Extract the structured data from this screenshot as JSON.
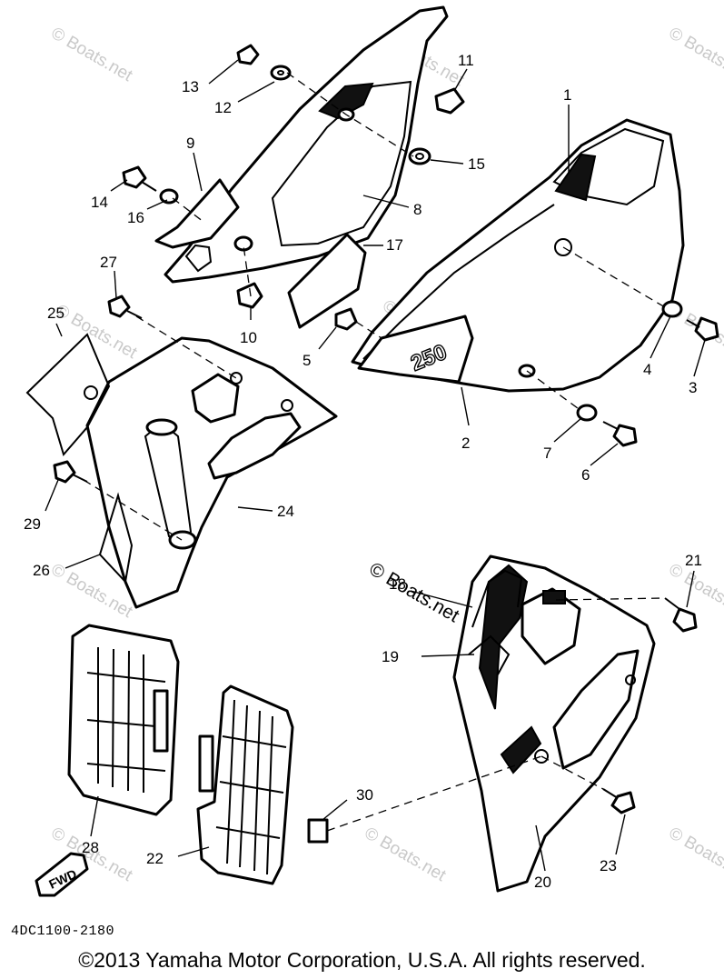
{
  "diagram": {
    "code": "4DC1100-2180",
    "copyright": "©2013 Yamaha Motor Corporation, U.S.A. All rights reserved.",
    "watermark": "© Boats.net",
    "fwd_label": "FWD",
    "panel_badge": "250",
    "callouts": [
      "1",
      "2",
      "3",
      "4",
      "5",
      "6",
      "7",
      "8",
      "9",
      "10",
      "11",
      "12",
      "13",
      "14",
      "15",
      "16",
      "17",
      "18",
      "19",
      "20",
      "21",
      "22",
      "23",
      "24",
      "25",
      "26",
      "27",
      "28",
      "29",
      "30"
    ]
  }
}
